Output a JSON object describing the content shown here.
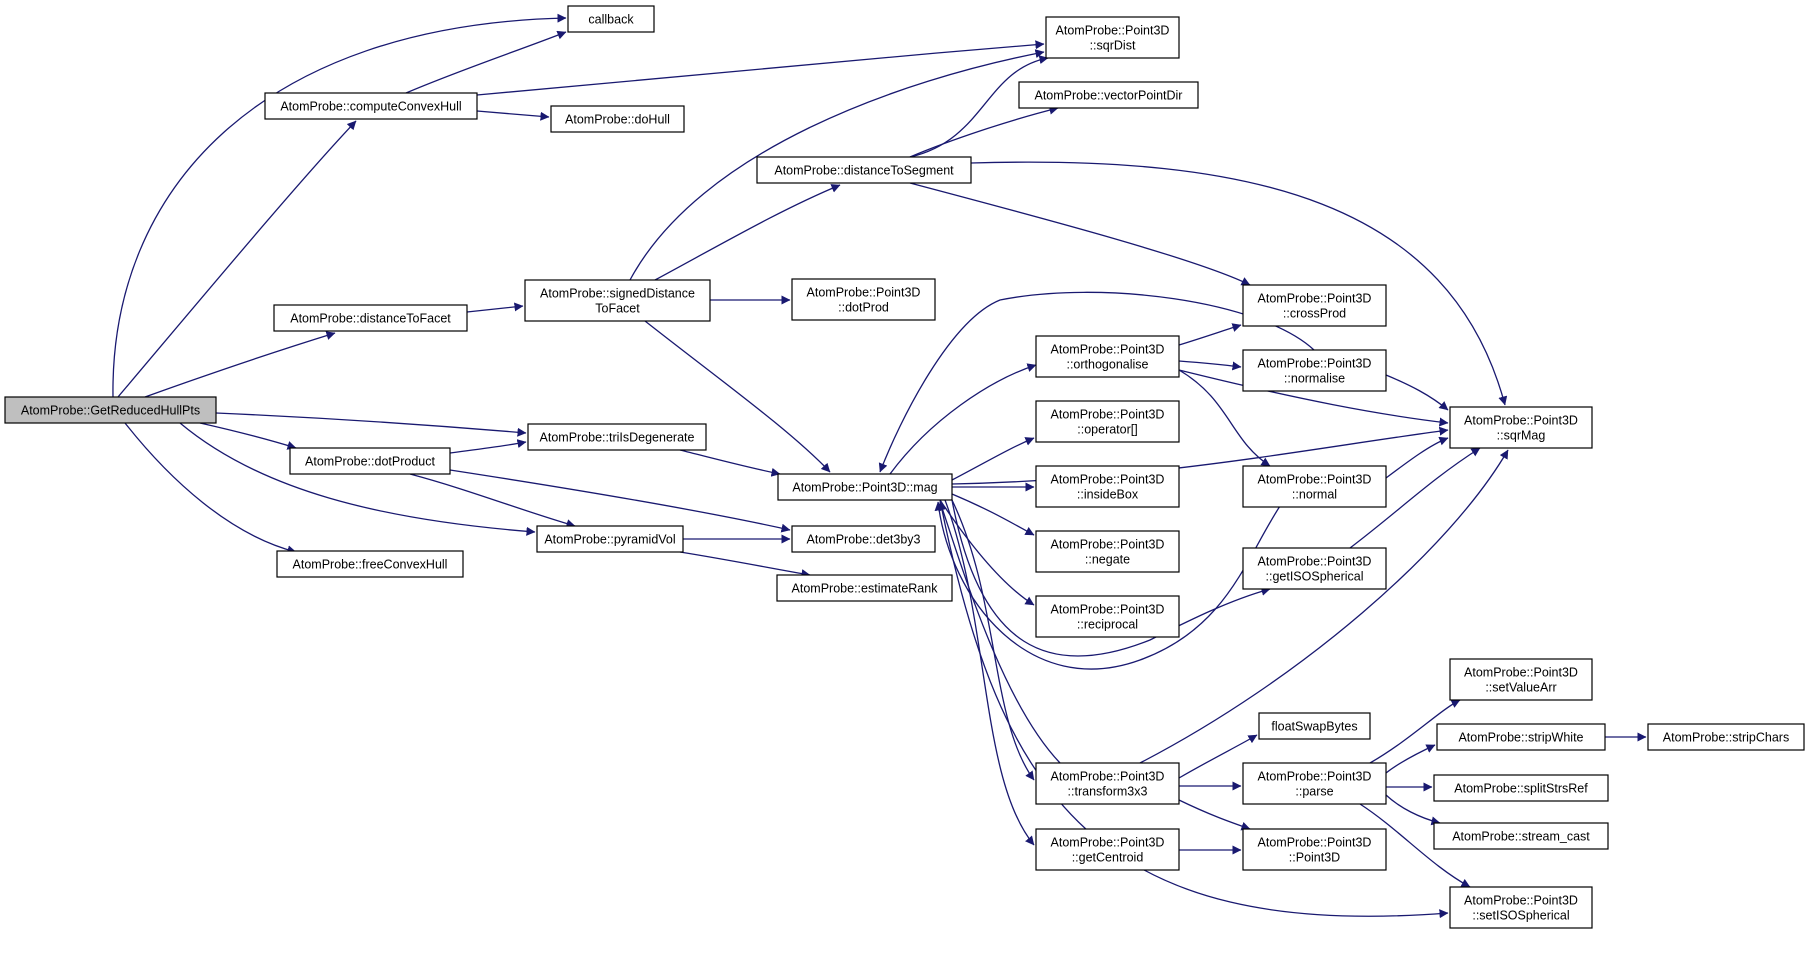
{
  "diagram": {
    "nodes": [
      {
        "id": "getReducedHullPts",
        "lines": [
          "AtomProbe::GetReducedHullPts"
        ],
        "root": true
      },
      {
        "id": "callback",
        "lines": [
          "callback"
        ]
      },
      {
        "id": "computeConvexHull",
        "lines": [
          "AtomProbe::computeConvexHull"
        ]
      },
      {
        "id": "doHull",
        "lines": [
          "AtomProbe::doHull"
        ]
      },
      {
        "id": "distanceToFacet",
        "lines": [
          "AtomProbe::distanceToFacet"
        ]
      },
      {
        "id": "signedDistanceToFacet",
        "lines": [
          "AtomProbe::signedDistance",
          "ToFacet"
        ]
      },
      {
        "id": "triIsDegenerate",
        "lines": [
          "AtomProbe::triIsDegenerate"
        ]
      },
      {
        "id": "dotProduct",
        "lines": [
          "AtomProbe::dotProduct"
        ]
      },
      {
        "id": "pyramidVol",
        "lines": [
          "AtomProbe::pyramidVol"
        ]
      },
      {
        "id": "freeConvexHull",
        "lines": [
          "AtomProbe::freeConvexHull"
        ]
      },
      {
        "id": "sqrDist",
        "lines": [
          "AtomProbe::Point3D",
          "::sqrDist"
        ]
      },
      {
        "id": "vectorPointDir",
        "lines": [
          "AtomProbe::vectorPointDir"
        ]
      },
      {
        "id": "distanceToSegment",
        "lines": [
          "AtomProbe::distanceToSegment"
        ]
      },
      {
        "id": "dotProd",
        "lines": [
          "AtomProbe::Point3D",
          "::dotProd"
        ]
      },
      {
        "id": "mag",
        "lines": [
          "AtomProbe::Point3D::mag"
        ]
      },
      {
        "id": "det3by3",
        "lines": [
          "AtomProbe::det3by3"
        ]
      },
      {
        "id": "estimateRank",
        "lines": [
          "AtomProbe::estimateRank"
        ]
      },
      {
        "id": "orthogonalise",
        "lines": [
          "AtomProbe::Point3D",
          "::orthogonalise"
        ]
      },
      {
        "id": "operatorIdx",
        "lines": [
          "AtomProbe::Point3D",
          "::operator[]"
        ]
      },
      {
        "id": "insideBox",
        "lines": [
          "AtomProbe::Point3D",
          "::insideBox"
        ]
      },
      {
        "id": "negate",
        "lines": [
          "AtomProbe::Point3D",
          "::negate"
        ]
      },
      {
        "id": "reciprocal",
        "lines": [
          "AtomProbe::Point3D",
          "::reciprocal"
        ]
      },
      {
        "id": "crossProd",
        "lines": [
          "AtomProbe::Point3D",
          "::crossProd"
        ]
      },
      {
        "id": "normalise",
        "lines": [
          "AtomProbe::Point3D",
          "::normalise"
        ]
      },
      {
        "id": "normal",
        "lines": [
          "AtomProbe::Point3D",
          "::normal"
        ]
      },
      {
        "id": "getISOSpherical",
        "lines": [
          "AtomProbe::Point3D",
          "::getISOSpherical"
        ]
      },
      {
        "id": "sqrMag",
        "lines": [
          "AtomProbe::Point3D",
          "::sqrMag"
        ]
      },
      {
        "id": "floatSwapBytes",
        "lines": [
          "floatSwapBytes"
        ]
      },
      {
        "id": "transform3x3",
        "lines": [
          "AtomProbe::Point3D",
          "::transform3x3"
        ]
      },
      {
        "id": "parse",
        "lines": [
          "AtomProbe::Point3D",
          "::parse"
        ]
      },
      {
        "id": "getCentroid",
        "lines": [
          "AtomProbe::Point3D",
          "::getCentroid"
        ]
      },
      {
        "id": "point3DCtor",
        "lines": [
          "AtomProbe::Point3D",
          "::Point3D"
        ]
      },
      {
        "id": "setValueArr",
        "lines": [
          "AtomProbe::Point3D",
          "::setValueArr"
        ]
      },
      {
        "id": "stripWhite",
        "lines": [
          "AtomProbe::stripWhite"
        ]
      },
      {
        "id": "stripChars",
        "lines": [
          "AtomProbe::stripChars"
        ]
      },
      {
        "id": "splitStrsRef",
        "lines": [
          "AtomProbe::splitStrsRef"
        ]
      },
      {
        "id": "streamCast",
        "lines": [
          "AtomProbe::stream_cast"
        ]
      },
      {
        "id": "setISOSpherical",
        "lines": [
          "AtomProbe::Point3D",
          "::setISOSpherical"
        ]
      }
    ],
    "edges": [
      [
        "getReducedHullPts",
        "callback"
      ],
      [
        "getReducedHullPts",
        "computeConvexHull"
      ],
      [
        "getReducedHullPts",
        "distanceToFacet"
      ],
      [
        "getReducedHullPts",
        "triIsDegenerate"
      ],
      [
        "getReducedHullPts",
        "dotProduct"
      ],
      [
        "getReducedHullPts",
        "pyramidVol"
      ],
      [
        "getReducedHullPts",
        "freeConvexHull"
      ],
      [
        "computeConvexHull",
        "callback"
      ],
      [
        "computeConvexHull",
        "sqrDist"
      ],
      [
        "computeConvexHull",
        "doHull"
      ],
      [
        "distanceToFacet",
        "signedDistanceToFacet"
      ],
      [
        "signedDistanceToFacet",
        "sqrDist"
      ],
      [
        "signedDistanceToFacet",
        "distanceToSegment"
      ],
      [
        "signedDistanceToFacet",
        "dotProd"
      ],
      [
        "signedDistanceToFacet",
        "mag"
      ],
      [
        "distanceToSegment",
        "sqrDist"
      ],
      [
        "distanceToSegment",
        "vectorPointDir"
      ],
      [
        "distanceToSegment",
        "sqrMag"
      ],
      [
        "distanceToSegment",
        "crossProd"
      ],
      [
        "dotProduct",
        "triIsDegenerate"
      ],
      [
        "dotProduct",
        "pyramidVol"
      ],
      [
        "dotProduct",
        "det3by3"
      ],
      [
        "triIsDegenerate",
        "mag"
      ],
      [
        "pyramidVol",
        "det3by3"
      ],
      [
        "pyramidVol",
        "estimateRank"
      ],
      [
        "mag",
        "orthogonalise"
      ],
      [
        "mag",
        "operatorIdx"
      ],
      [
        "mag",
        "insideBox"
      ],
      [
        "mag",
        "negate"
      ],
      [
        "mag",
        "reciprocal"
      ],
      [
        "mag",
        "transform3x3"
      ],
      [
        "mag",
        "getCentroid"
      ],
      [
        "mag",
        "getISOSpherical"
      ],
      [
        "mag",
        "setISOSpherical"
      ],
      [
        "mag",
        "sqrMag"
      ],
      [
        "orthogonalise",
        "crossProd"
      ],
      [
        "orthogonalise",
        "normalise"
      ],
      [
        "orthogonalise",
        "sqrMag"
      ],
      [
        "orthogonalise",
        "normal"
      ],
      [
        "normalise",
        "sqrMag"
      ],
      [
        "normalise",
        "mag"
      ],
      [
        "normal",
        "sqrMag"
      ],
      [
        "normal",
        "mag"
      ],
      [
        "getISOSpherical",
        "sqrMag"
      ],
      [
        "transform3x3",
        "floatSwapBytes"
      ],
      [
        "transform3x3",
        "parse"
      ],
      [
        "transform3x3",
        "point3DCtor"
      ],
      [
        "transform3x3",
        "sqrMag"
      ],
      [
        "transform3x3",
        "mag"
      ],
      [
        "getCentroid",
        "point3DCtor"
      ],
      [
        "parse",
        "setValueArr"
      ],
      [
        "parse",
        "stripWhite"
      ],
      [
        "parse",
        "splitStrsRef"
      ],
      [
        "parse",
        "streamCast"
      ],
      [
        "parse",
        "setISOSpherical"
      ],
      [
        "stripWhite",
        "stripChars"
      ]
    ]
  }
}
